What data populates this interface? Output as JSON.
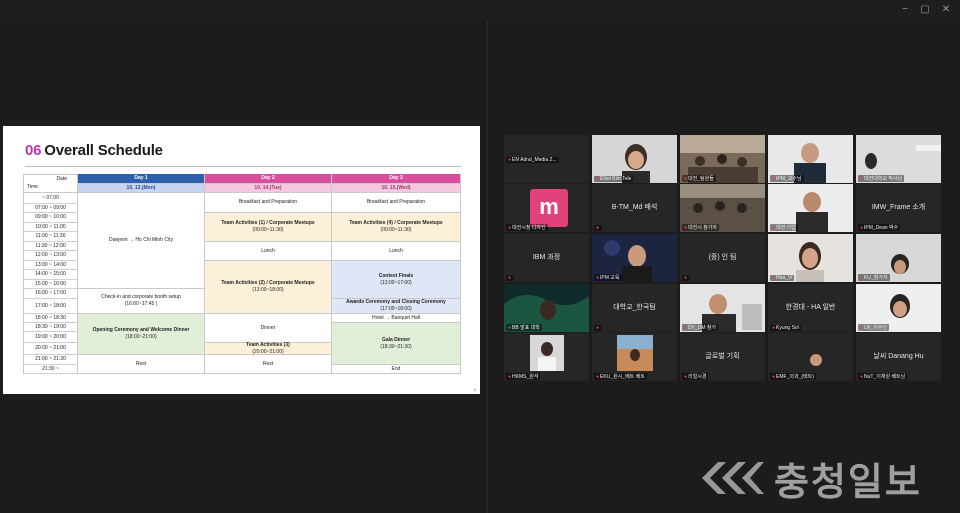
{
  "window": {
    "minimize": "−",
    "maximize": "▢",
    "close": "✕"
  },
  "slide": {
    "number": "06",
    "title": "Overall Schedule",
    "page": "8",
    "corner_date": "Date",
    "corner_time": "Time",
    "days": [
      {
        "label": "Day 1",
        "date": "10. 13.(Mon)"
      },
      {
        "label": "Day 2",
        "date": "10. 14.(Tue)"
      },
      {
        "label": "Day 3",
        "date": "10. 15.(Wed)"
      }
    ],
    "times": [
      "~ 07:00",
      "07:00 ~ 09:00",
      "09:00 ~ 10:00",
      "10:00 ~ 11:00",
      "11:00 ~ 11:30",
      "11:30 ~ 12:00",
      "12:00 ~ 13:00",
      "13:00 ~ 14:00",
      "14:00 ~ 15:00",
      "15:00 ~ 16:00",
      "16:00 ~ 17:00",
      "17:00 ~ 18:00",
      "18:00 ~ 18:30",
      "18:30 ~ 19:00",
      "19:00 ~ 20:00",
      "20:00 ~ 21:00",
      "21:00 ~ 21:30",
      "21:30 ~"
    ],
    "day1": {
      "travel": "Daejeon → Ho Chi Minh City",
      "checkin": "Check-in and corporate booth setup",
      "checkin_time": "(16:00~17:45 )",
      "opening": "Opening Ceremony and Welcome Dinner",
      "opening_time": "(18:00~21:00)",
      "rest": "Rest"
    },
    "day2": {
      "breakfast": "Breakfast and Preparation",
      "team1": "Team Activities (1) / Corporate Meetups",
      "team1_time": "(09:00~11:30)",
      "lunch": "Lunch",
      "team2": "Team Activities (2) / Corporate Meetups",
      "team2_time": "(13:00~18:00)",
      "dinner": "Dinner",
      "team3": "Team Activities (3)",
      "team3_time": "(20:00~21:00)",
      "rest": "Rest"
    },
    "day3": {
      "breakfast": "Breakfast and Preparation",
      "team4": "Team Activities (4) / Corporate Meetups",
      "team4_time": "(09:00~11:30)",
      "lunch": "Lunch",
      "contest": "Contest Finals",
      "contest_time": "(13:00~17:00)",
      "awards": "Awards Ceremony and Closing Ceremony",
      "awards_time": "(17:00~18:00)",
      "hotel": "Hotel → Banquet Hall",
      "gala": "Gala Dinner",
      "gala_time": "(18:30~21:30)",
      "end": "End"
    }
  },
  "participants": [
    {
      "name": "",
      "caption": "EN Adral_Media 2..."
    },
    {
      "name": "",
      "caption": "Elliot Kim Tele"
    },
    {
      "name": "",
      "caption": "대전_팀원들"
    },
    {
      "name": "",
      "caption": "IPM_교수님"
    },
    {
      "name": "",
      "caption": "대전대학교 박사님"
    },
    {
      "name": "",
      "caption": "대전시청 디자인"
    },
    {
      "name": "B-TM_Md 배석",
      "caption": ""
    },
    {
      "name": "",
      "caption": "대전시 참가자"
    },
    {
      "name": "",
      "caption": "대전 기업"
    },
    {
      "name": "IMW_Frame 소개",
      "caption": "IPM_Dean 박수"
    },
    {
      "name": "IBM 과정",
      "caption": ""
    },
    {
      "name": "",
      "caption": "IPM 교육"
    },
    {
      "name": "(중) 인 팀",
      "caption": ""
    },
    {
      "name": "",
      "caption": "Hoa_Vi"
    },
    {
      "name": "",
      "caption": "KU_참가자"
    },
    {
      "name": "",
      "caption": "BB 발표 대학"
    },
    {
      "name": "대학교_한국팀",
      "caption": ""
    },
    {
      "name": "",
      "caption": "DV_DM 참가"
    },
    {
      "name": "한경대 - HA 일반",
      "caption": "Kyung Sol"
    },
    {
      "name": "",
      "caption": "LN_이수인"
    },
    {
      "name": "",
      "caption": "HKMS_원석"
    },
    {
      "name": "",
      "caption": "EKU_원시_베트 베트"
    },
    {
      "name": "글로벌 기획",
      "caption": "리얼시경"
    },
    {
      "name": "",
      "caption": "EMF_의과_(태트)"
    },
    {
      "name": "날씨 Danang Hu",
      "caption": "NuT_이재원 베트남"
    }
  ],
  "watermark": {
    "text": "충청일보"
  }
}
